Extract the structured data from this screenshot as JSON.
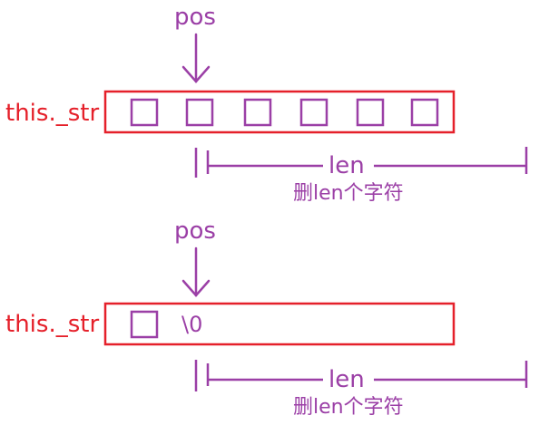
{
  "colors": {
    "red": "#e5202a",
    "purple": "#9b3fa6"
  },
  "top": {
    "pos_label": "pos",
    "var_label": "this._str",
    "len_label": "len",
    "sub_label": "删len个字符",
    "cell_count": 6
  },
  "bottom": {
    "pos_label": "pos",
    "var_label": "this._str",
    "null_char": "\\0",
    "len_label": "len",
    "sub_label": "删len个字符",
    "cell_count": 1
  }
}
